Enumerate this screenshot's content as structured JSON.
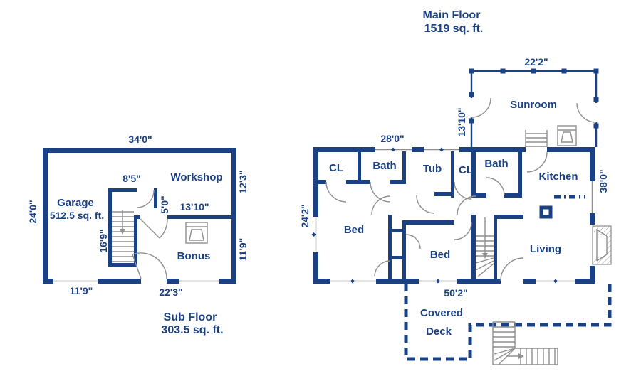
{
  "colors": {
    "wall": "#1a4183",
    "text": "#1a4183",
    "thin": "#8f8f8f",
    "bg": "#ffffff"
  },
  "sub_floor": {
    "title": "Sub Floor",
    "area": "303.5 sq. ft.",
    "rooms": {
      "garage_name": "Garage",
      "garage_area": "512.5 sq. ft.",
      "workshop": "Workshop",
      "bonus": "Bonus"
    },
    "dimensions": {
      "width_top": "34'0\"",
      "height_left": "24'0\"",
      "workshop_right": "12'3\"",
      "bonus_right": "11'9\"",
      "hall_width": "8'5\"",
      "hall_depth": "5'0\"",
      "bonus_wall": "13'10\"",
      "stairs_height": "16'9\"",
      "garage_bottom": "11'9\"",
      "bonus_bottom": "22'3\""
    }
  },
  "main_floor": {
    "title": "Main Floor",
    "area": "1519 sq. ft.",
    "rooms": {
      "sunroom": "Sunroom",
      "closet1": "CL",
      "bath1": "Bath",
      "tub": "Tub",
      "closet2": "CL",
      "bath2": "Bath",
      "kitchen": "Kitchen",
      "bed1": "Bed",
      "bed2": "Bed",
      "living": "Living",
      "deck_word1": "Covered",
      "deck_word2": "Deck"
    },
    "dimensions": {
      "sunroom_top": "22'2\"",
      "sunroom_left": "13'10\"",
      "top_left_section": "28'0\"",
      "right": "38'0\"",
      "left": "24'2\"",
      "bottom": "50'2\""
    }
  }
}
